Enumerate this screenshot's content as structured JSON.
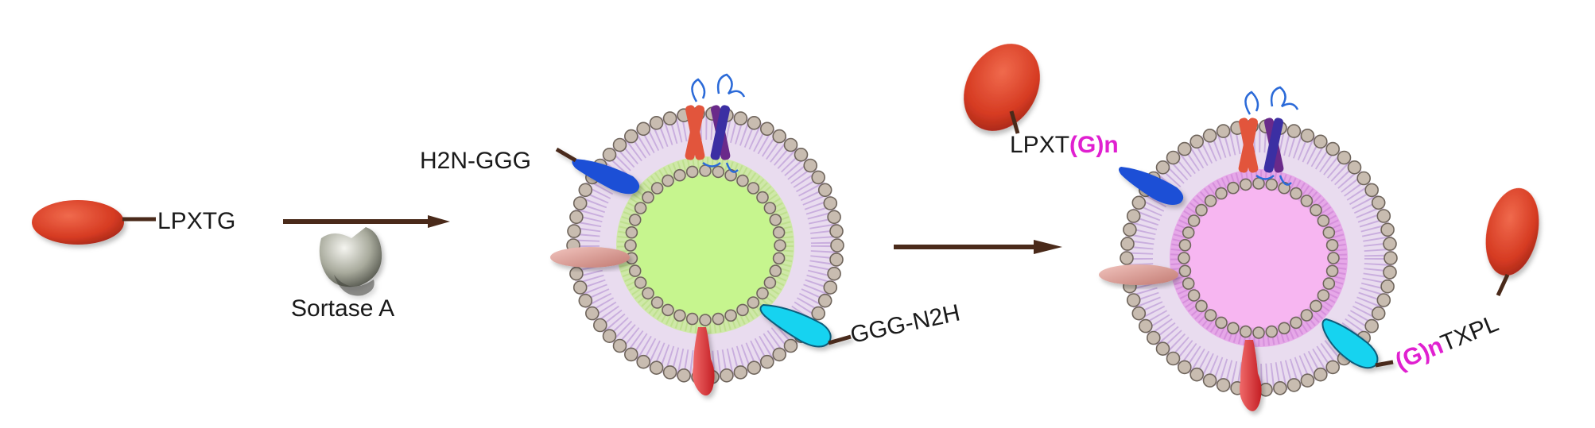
{
  "labels": {
    "lpxtg": "LPXTG",
    "enzyme": "Sortase A",
    "h2n_ggg": "H2N-GGG",
    "ggg_n2h": "GGG-N2H",
    "product_top_a": "LPXT",
    "product_top_b": "(G)n",
    "product_right_a": "(G)n",
    "product_right_b": "TXPL"
  },
  "colors": {
    "protein_red": "#d63b22",
    "linker": "#4a2a1a",
    "arrow": "#4a2a1a",
    "membrane_bead": "#c8bcb0",
    "lipid_tail": "#d8c4e0",
    "core_green": "#c6f58e",
    "core_pink": "#f7b6f1",
    "inner_band_green": "#cfe8a8",
    "inner_band_pink": "#e6a8e8",
    "highlight_magenta": "#e020d0",
    "blue_anchor": "#1a4fd6",
    "cyan_anchor": "#19d3f0",
    "pink_anchor": "#e0a09a",
    "red_anchor": "#e23a3a"
  }
}
